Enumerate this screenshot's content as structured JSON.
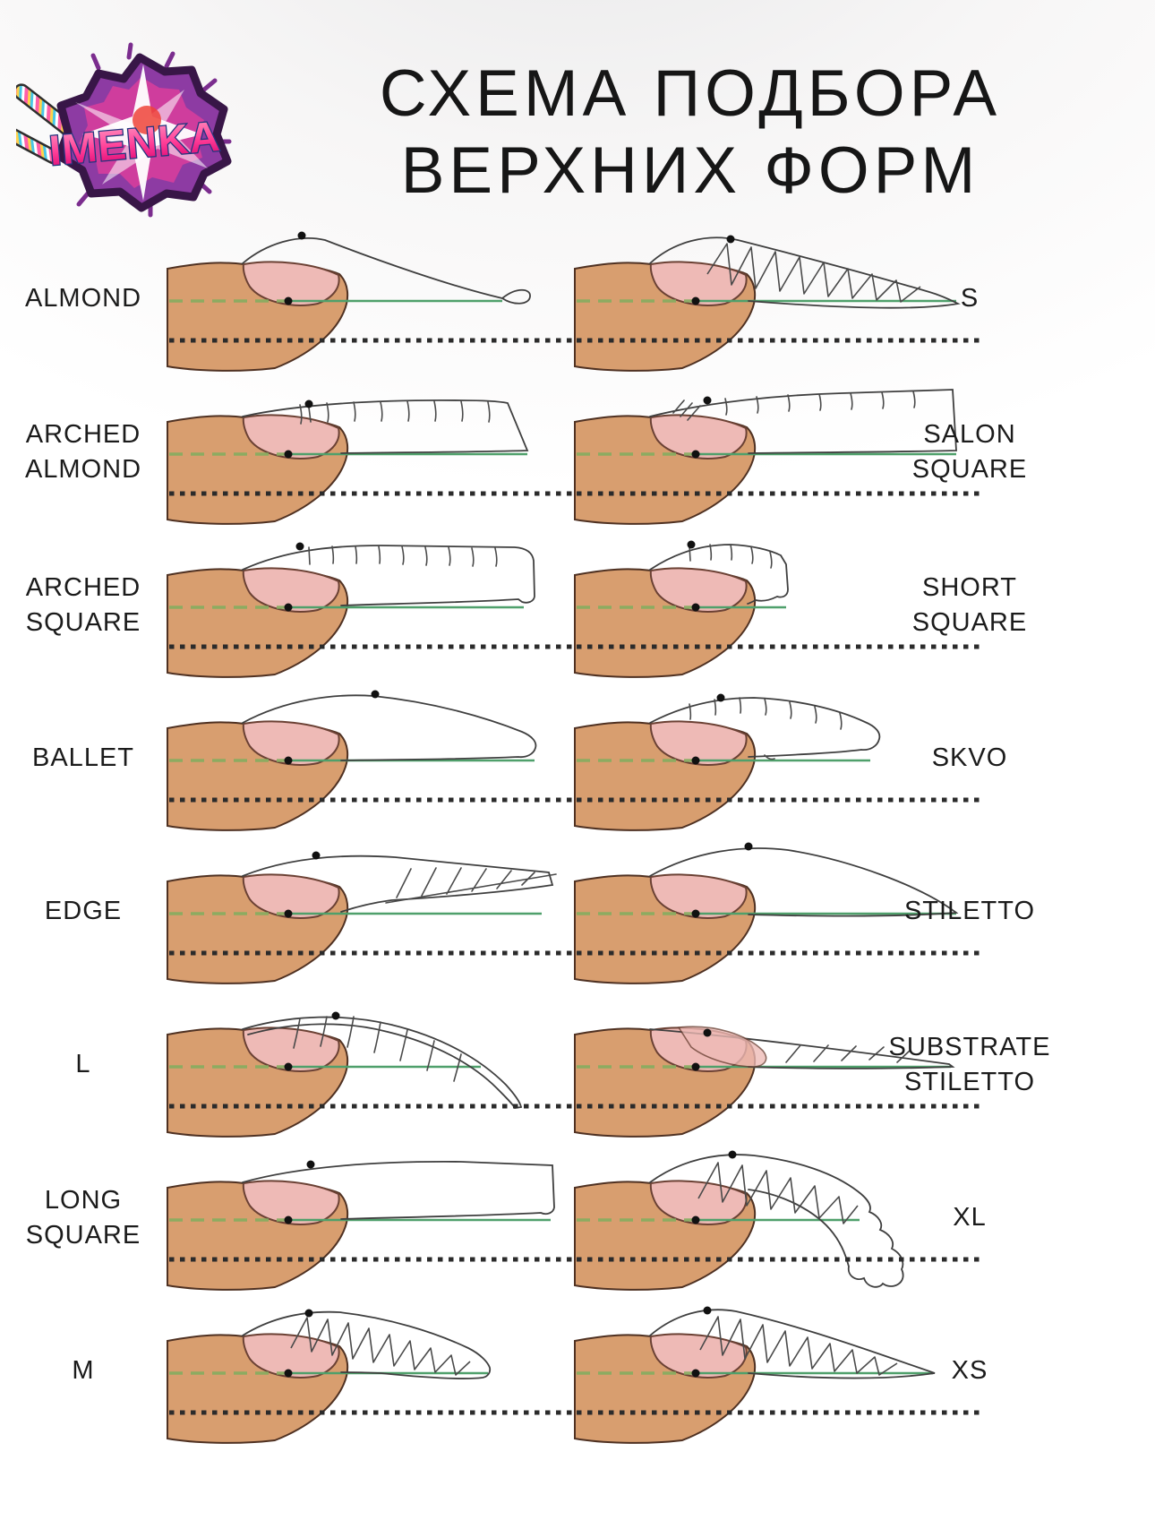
{
  "header": {
    "logo_text": "IMENKA",
    "title_line1": "СХЕМА ПОДБОРА",
    "title_line2": "ВЕРХНИХ ФОРМ"
  },
  "colors": {
    "finger_fill": "#d89e6f",
    "finger_outline": "#4f3122",
    "nail_bed_fill": "#eebab6",
    "nail_bed_outline": "#6b4134",
    "form_outline": "#3f3f3f",
    "hatch": "#4a4a4a",
    "green_solid": "#4fa06b",
    "green_dashed": "#84ad60",
    "dotted_line": "#2b2b2b",
    "dot": "#111111",
    "label_text": "#1b1b1b",
    "title_text": "#161616",
    "logo_purple": "#8d3ba3",
    "logo_dark_purple": "#381647",
    "logo_magenta": "#cf3d9d",
    "logo_pink": "#ff3d97",
    "logo_navy": "#24357e",
    "logo_red": "#ee4338"
  },
  "rows": [
    {
      "left": {
        "lines": [
          "ALMOND"
        ],
        "shape": "almond"
      },
      "right": {
        "lines": [
          "S"
        ],
        "shape": "s"
      }
    },
    {
      "left": {
        "lines": [
          "ARCHED",
          "ALMOND"
        ],
        "shape": "archedAlmond"
      },
      "right": {
        "lines": [
          "SALON",
          "SQUARE"
        ],
        "shape": "salonSquare"
      }
    },
    {
      "left": {
        "lines": [
          "ARCHED",
          "SQUARE"
        ],
        "shape": "archedSquare"
      },
      "right": {
        "lines": [
          "SHORT",
          "SQUARE"
        ],
        "shape": "shortSquare"
      }
    },
    {
      "left": {
        "lines": [
          "BALLET"
        ],
        "shape": "ballet"
      },
      "right": {
        "lines": [
          "SKVO"
        ],
        "shape": "skvo"
      }
    },
    {
      "left": {
        "lines": [
          "EDGE"
        ],
        "shape": "edge"
      },
      "right": {
        "lines": [
          "STILETTO"
        ],
        "shape": "stiletto"
      }
    },
    {
      "left": {
        "lines": [
          "L"
        ],
        "shape": "lShape"
      },
      "right": {
        "lines": [
          "SUBSTRATE",
          "STILETTO"
        ],
        "shape": "substrateStiletto"
      }
    },
    {
      "left": {
        "lines": [
          "LONG",
          "SQUARE"
        ],
        "shape": "longSquare"
      },
      "right": {
        "lines": [
          "XL"
        ],
        "shape": "xl"
      }
    },
    {
      "left": {
        "lines": [
          "M"
        ],
        "shape": "mShape"
      },
      "right": {
        "lines": [
          "XS"
        ],
        "shape": "xs"
      }
    }
  ]
}
